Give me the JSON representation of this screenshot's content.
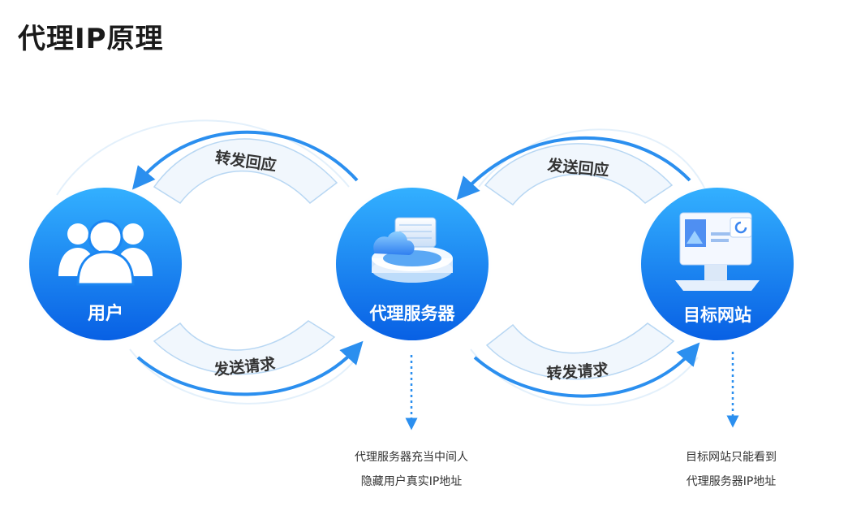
{
  "title": "代理IP原理",
  "nodes": {
    "user": "用户",
    "proxy": "代理服务器",
    "target": "目标网站"
  },
  "arrows": {
    "user_proxy_top": "转发回应",
    "user_proxy_bottom": "发送请求",
    "proxy_target_top": "发送回应",
    "proxy_target_bottom": "转发请求"
  },
  "notes": {
    "proxy": [
      "代理服务器充当中间人",
      "隐藏用户真实IP地址"
    ],
    "target": [
      "目标网站只能看到",
      "代理服务器IP地址"
    ]
  },
  "icons": {
    "user": "users-icon",
    "proxy": "cloud-server-icon",
    "target": "monitor-chart-icon"
  },
  "colors": {
    "node_top": "#2aa7ff",
    "node_bottom": "#0a63e6",
    "arrow": "#2b8fef",
    "band_fill": "#f1f7fd",
    "band_stroke": "#b8d7f3",
    "dotted": "#2b8fef"
  }
}
